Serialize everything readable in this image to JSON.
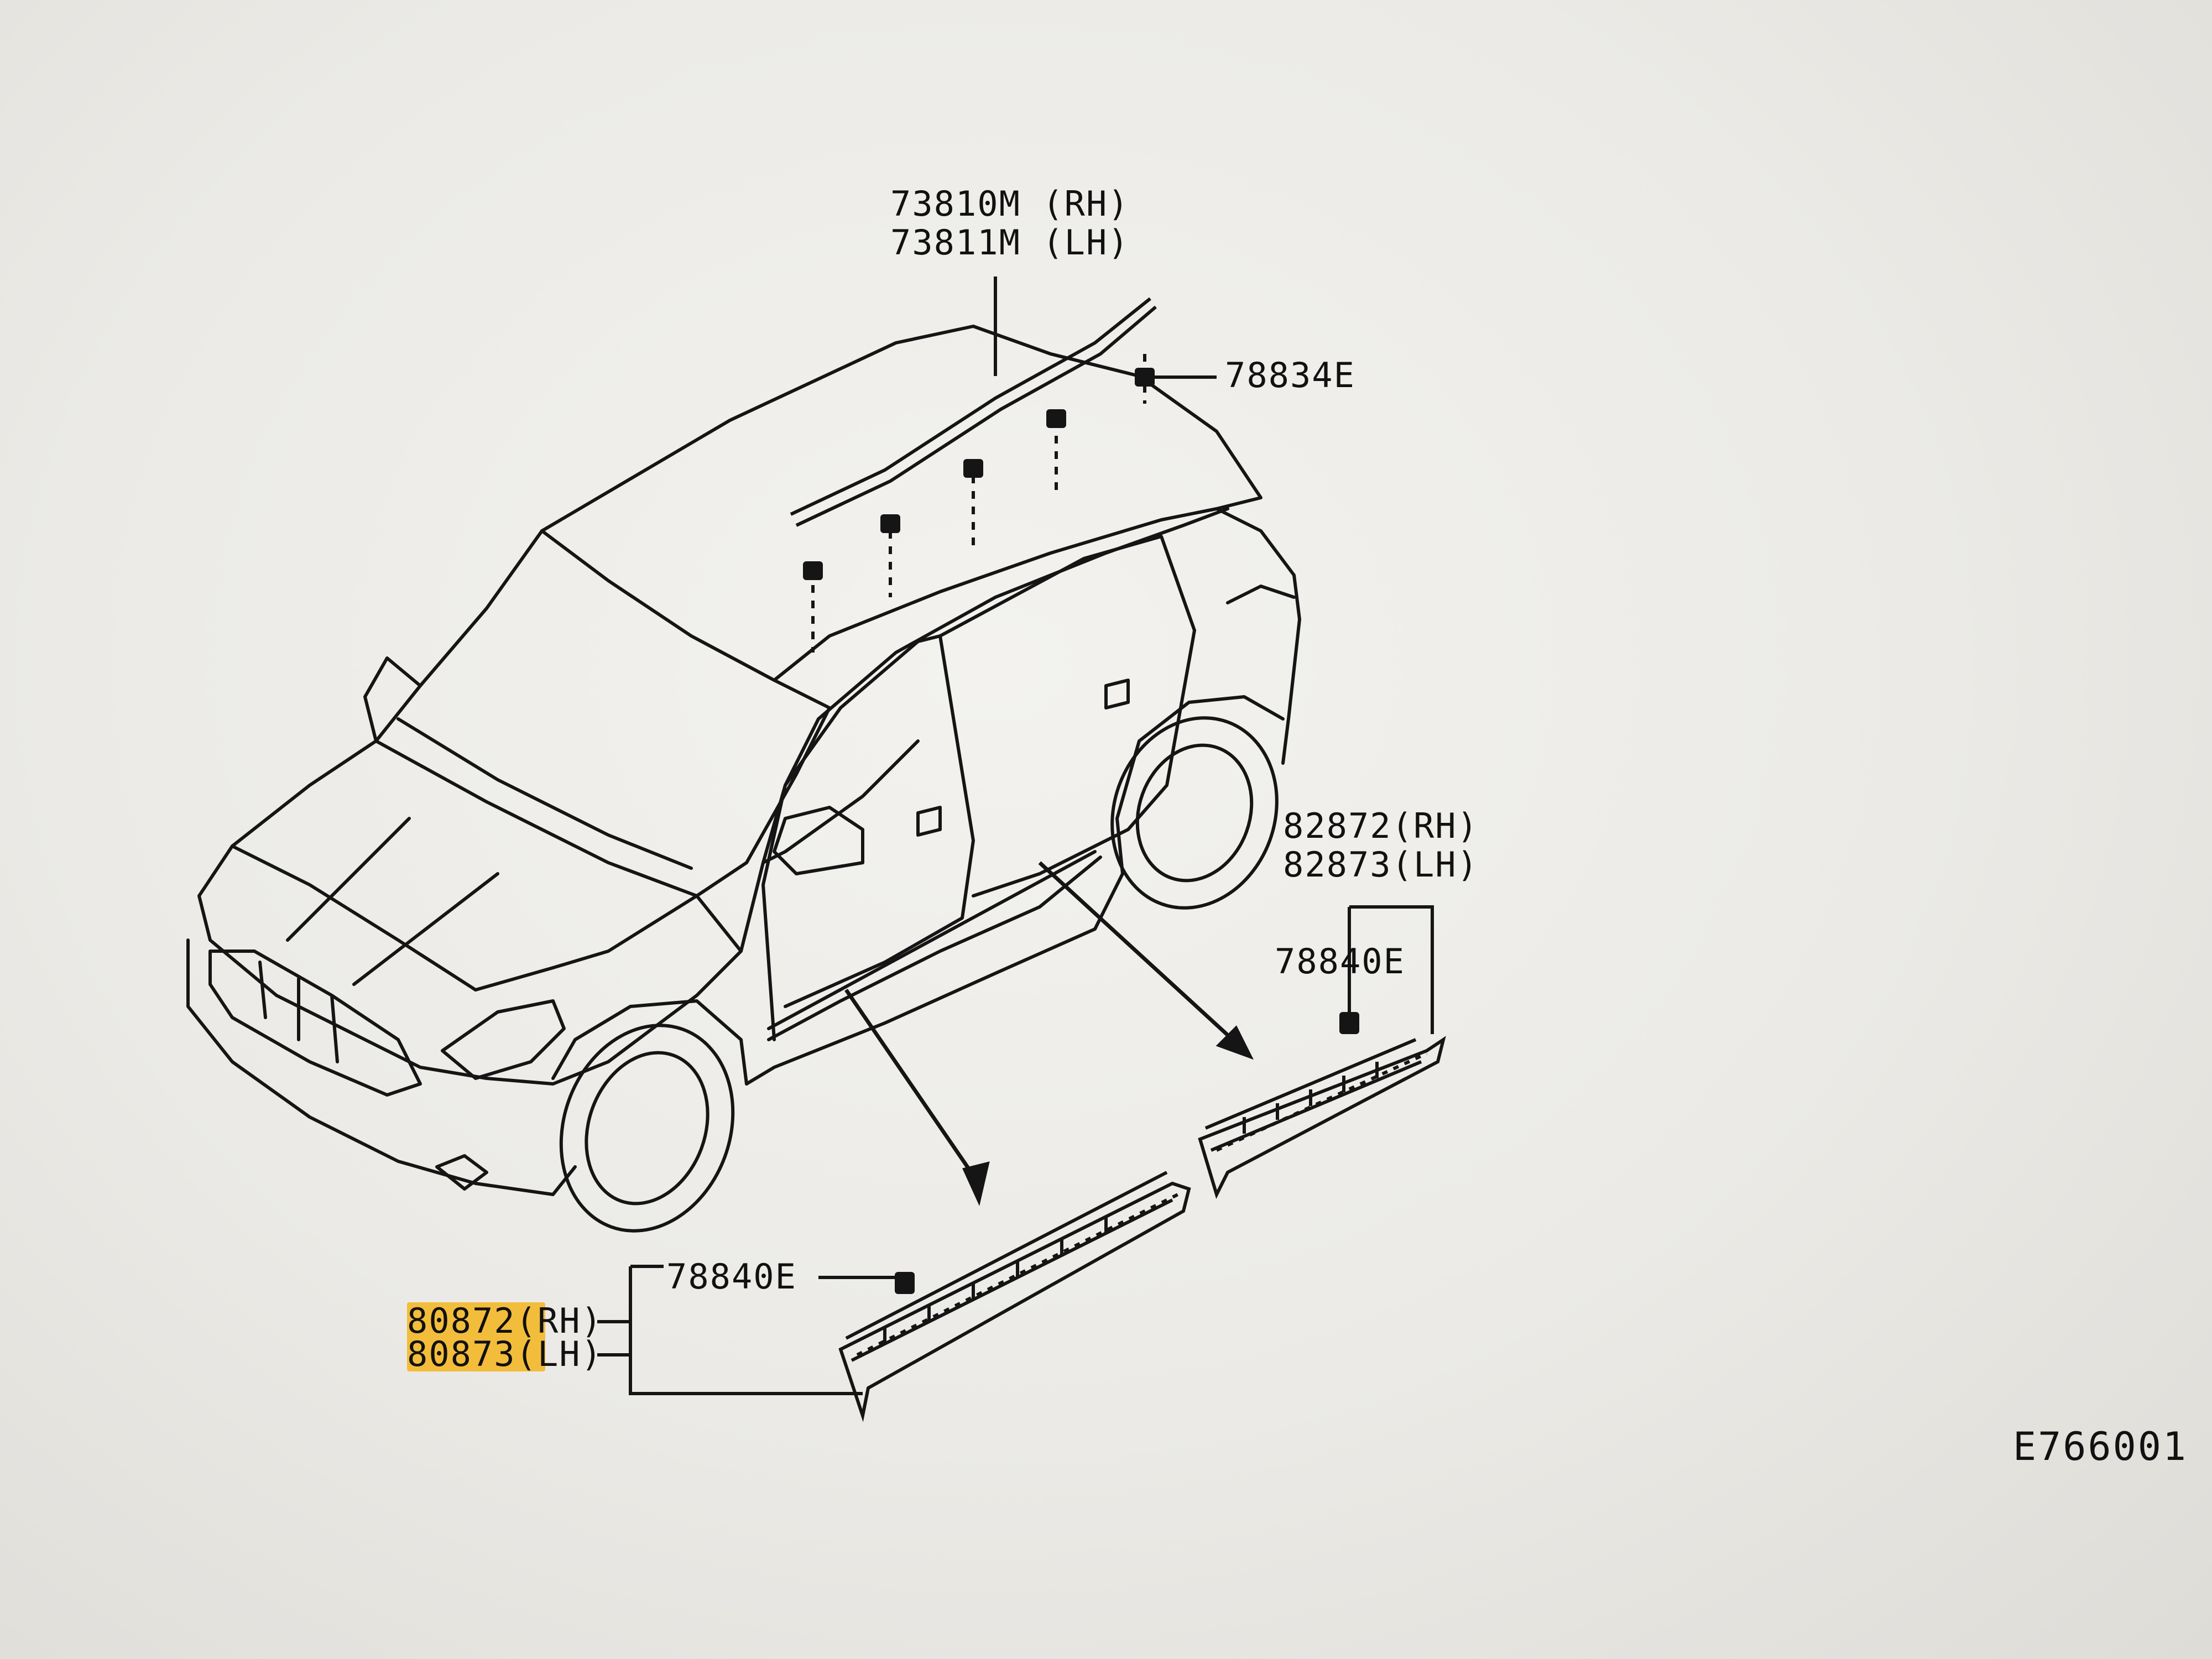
{
  "diagram": {
    "parts": {
      "roof_molding_rh": "73810M (RH)",
      "roof_molding_lh": "73811M (LH)",
      "roof_clip": "78834E",
      "rear_sill_rh": "82872(RH)",
      "rear_sill_lh": "82873(LH)",
      "rear_sill_clip": "78840E",
      "front_sill_clip": "78840E",
      "front_sill_rh": "80872(RH)",
      "front_sill_lh": "80873(LH)"
    },
    "figure_code": "E766001",
    "highlight_color": "#f5b51d"
  }
}
